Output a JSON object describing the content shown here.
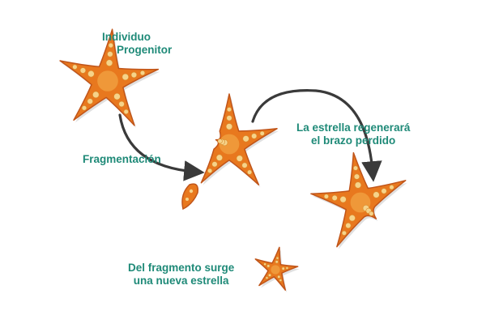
{
  "labels": {
    "parent_line1": "Individuo",
    "parent_line2": "Progenitor",
    "fragmentation": "Fragmentación",
    "regenerate_line1": "La estrella regenerará",
    "regenerate_line2": "el brazo perdido",
    "new_line1": "Del fragmento surge",
    "new_line2": "una nueva estrella"
  },
  "colors": {
    "label_teal": "#1f8a78",
    "arrow": "#3a3a3a",
    "star_orange": "#e8781e",
    "star_edge": "#c0551a",
    "star_spot": "#f6d38a"
  }
}
